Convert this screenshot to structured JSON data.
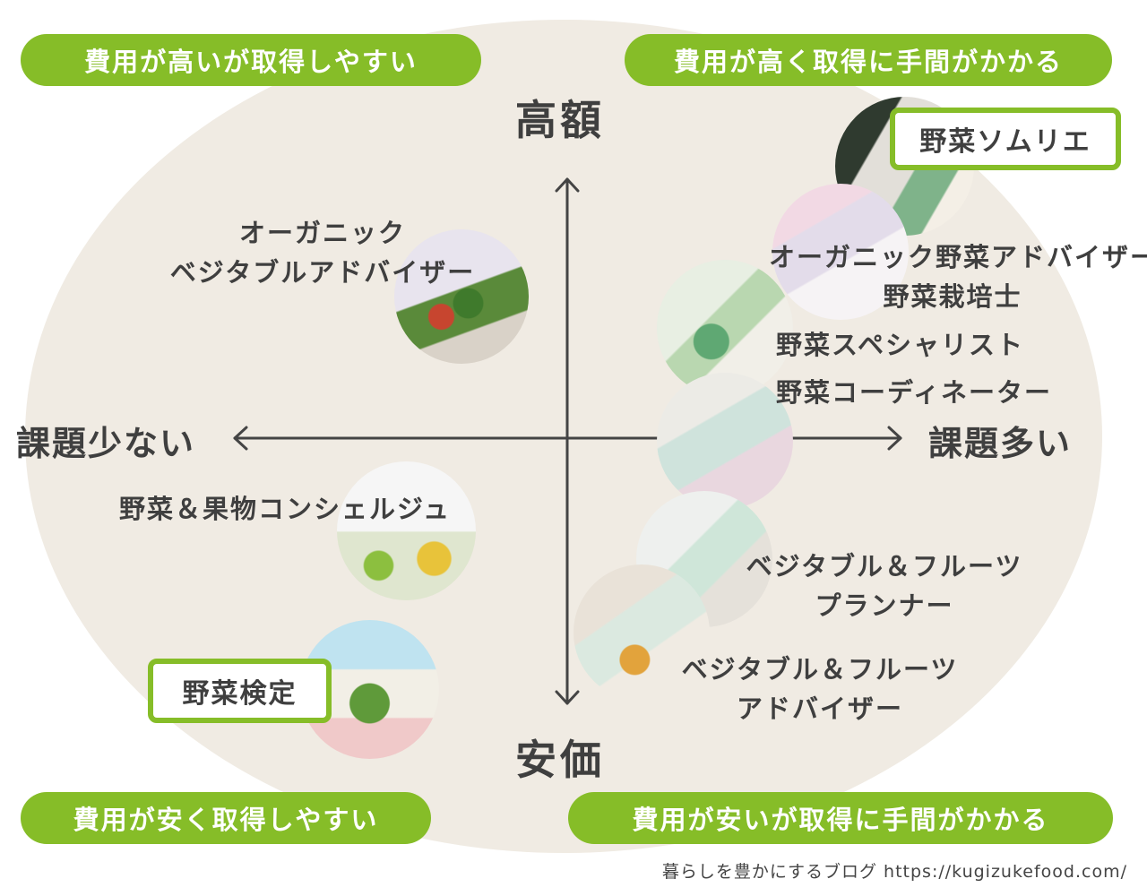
{
  "quadrants": {
    "top_left": "費用が高いが取得しやすい",
    "top_right": "費用が高く取得に手間がかかる",
    "bottom_left": "費用が安く取得しやすい",
    "bottom_right": "費用が安いが取得に手間がかかる"
  },
  "axes": {
    "top": "高額",
    "bottom": "安価",
    "left": "課題少ない",
    "right": "課題多い"
  },
  "items": {
    "organic_vegetable_advisor_line1": "オーガニック",
    "organic_vegetable_advisor_line2": "ベジタブルアドバイザー",
    "yasai_fruit_concierge": "野菜＆果物コンシェルジュ",
    "yasai_kentei": "野菜検定",
    "yasai_sommelier": "野菜ソムリエ",
    "organic_yasai_advisor": "オーガニック野菜アドバイザー",
    "yasai_saibaishi": "野菜栽培士",
    "yasai_specialist": "野菜スペシャリスト",
    "yasai_coordinator": "野菜コーディネーター",
    "veg_fruit_planner_line1": "ベジタブル＆フルーツ",
    "veg_fruit_planner_line2": "プランナー",
    "veg_fruit_advisor_line1": "ベジタブル＆フルーツ",
    "veg_fruit_advisor_line2": "アドバイザー"
  },
  "credit": "暮らしを豊かにするブログ https://kugizukefood.com/",
  "colors": {
    "accent_green": "#86bd28",
    "background_ellipse": "#f0ebe3",
    "axis": "#444444",
    "text": "#3f3f3f"
  }
}
